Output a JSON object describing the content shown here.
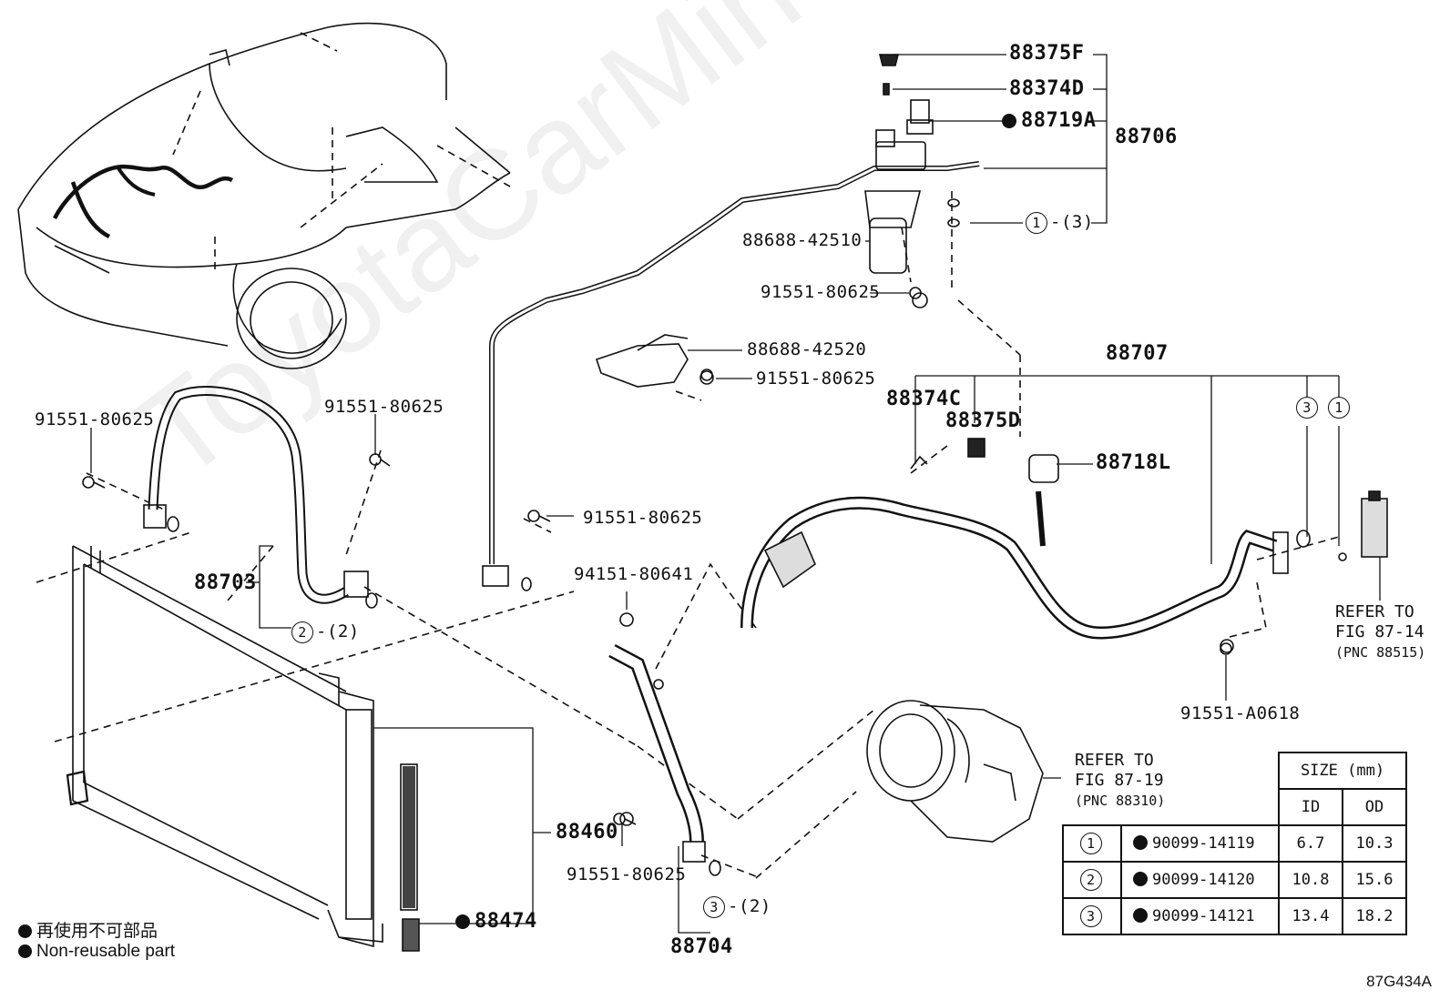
{
  "watermark": "ToyotaCarMine.ru",
  "parts": {
    "p88375F": "88375F",
    "p88374D": "88374D",
    "p88719A": "88719A",
    "p88706": "88706",
    "p88688_42510": "88688-42510",
    "p91551_80625_a": "91551-80625",
    "p88688_42520": "88688-42520",
    "p91551_80625_b": "91551-80625",
    "p88707": "88707",
    "p88374C": "88374C",
    "p88375D": "88375D",
    "p88718L": "88718L",
    "p91551_80625_left": "91551-80625",
    "p91551_80625_mid": "91551-80625",
    "p91551_80625_c": "91551-80625",
    "p94151_80641": "94151-80641",
    "p88703": "88703",
    "p91551_A0618": "91551-A0618",
    "p88460": "88460",
    "p91551_80625_d": "91551-80625",
    "p88474": "88474",
    "p88704": "88704"
  },
  "oring_refs": {
    "r1_count": "1",
    "r1_qty": "-(3)",
    "r2_count": "2",
    "r2_qty": "-(2)",
    "r3_count": "3",
    "r3_qty": "-(2)",
    "r3_top": "3",
    "r1_top": "1"
  },
  "refer_right": {
    "line1": "REFER TO",
    "line2": "FIG 87-14",
    "pnc": "(PNC 88515)"
  },
  "refer_comp": {
    "line1": "REFER TO",
    "line2": "FIG 87-19",
    "pnc": "(PNC 88310)"
  },
  "legend": {
    "line1": "再使用不可部品",
    "line2": "Non-reusable part"
  },
  "size_table": {
    "header": "SIZE (mm)",
    "col_id": "ID",
    "col_od": "OD",
    "rows": [
      {
        "ref": "1",
        "code": "90099-14119",
        "id": "6.7",
        "od": "10.3"
      },
      {
        "ref": "2",
        "code": "90099-14120",
        "id": "10.8",
        "od": "15.6"
      },
      {
        "ref": "3",
        "code": "90099-14121",
        "id": "13.4",
        "od": "18.2"
      }
    ]
  },
  "figure_id": "87G434A"
}
